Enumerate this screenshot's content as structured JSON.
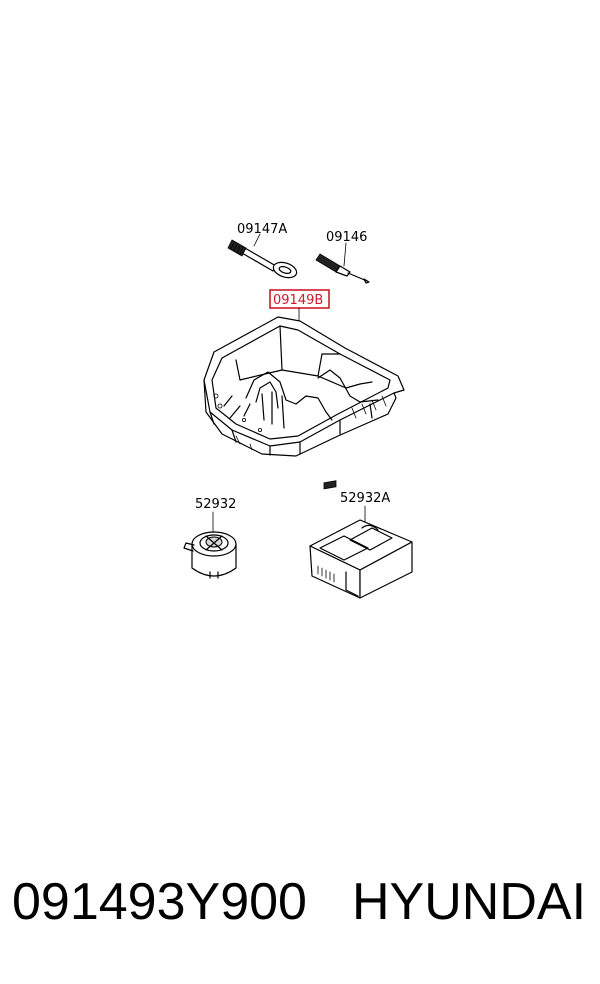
{
  "diagram": {
    "labels": {
      "wrench": "09147A",
      "screwdriver": "09146",
      "tray": "09149B",
      "sealant_bottle": "52932",
      "compressor": "52932A"
    },
    "highlighted_label": "09149B",
    "highlight_color": "#d11a2a"
  },
  "footer": {
    "part_number": "091493Y900",
    "brand": "HYUNDAI"
  }
}
